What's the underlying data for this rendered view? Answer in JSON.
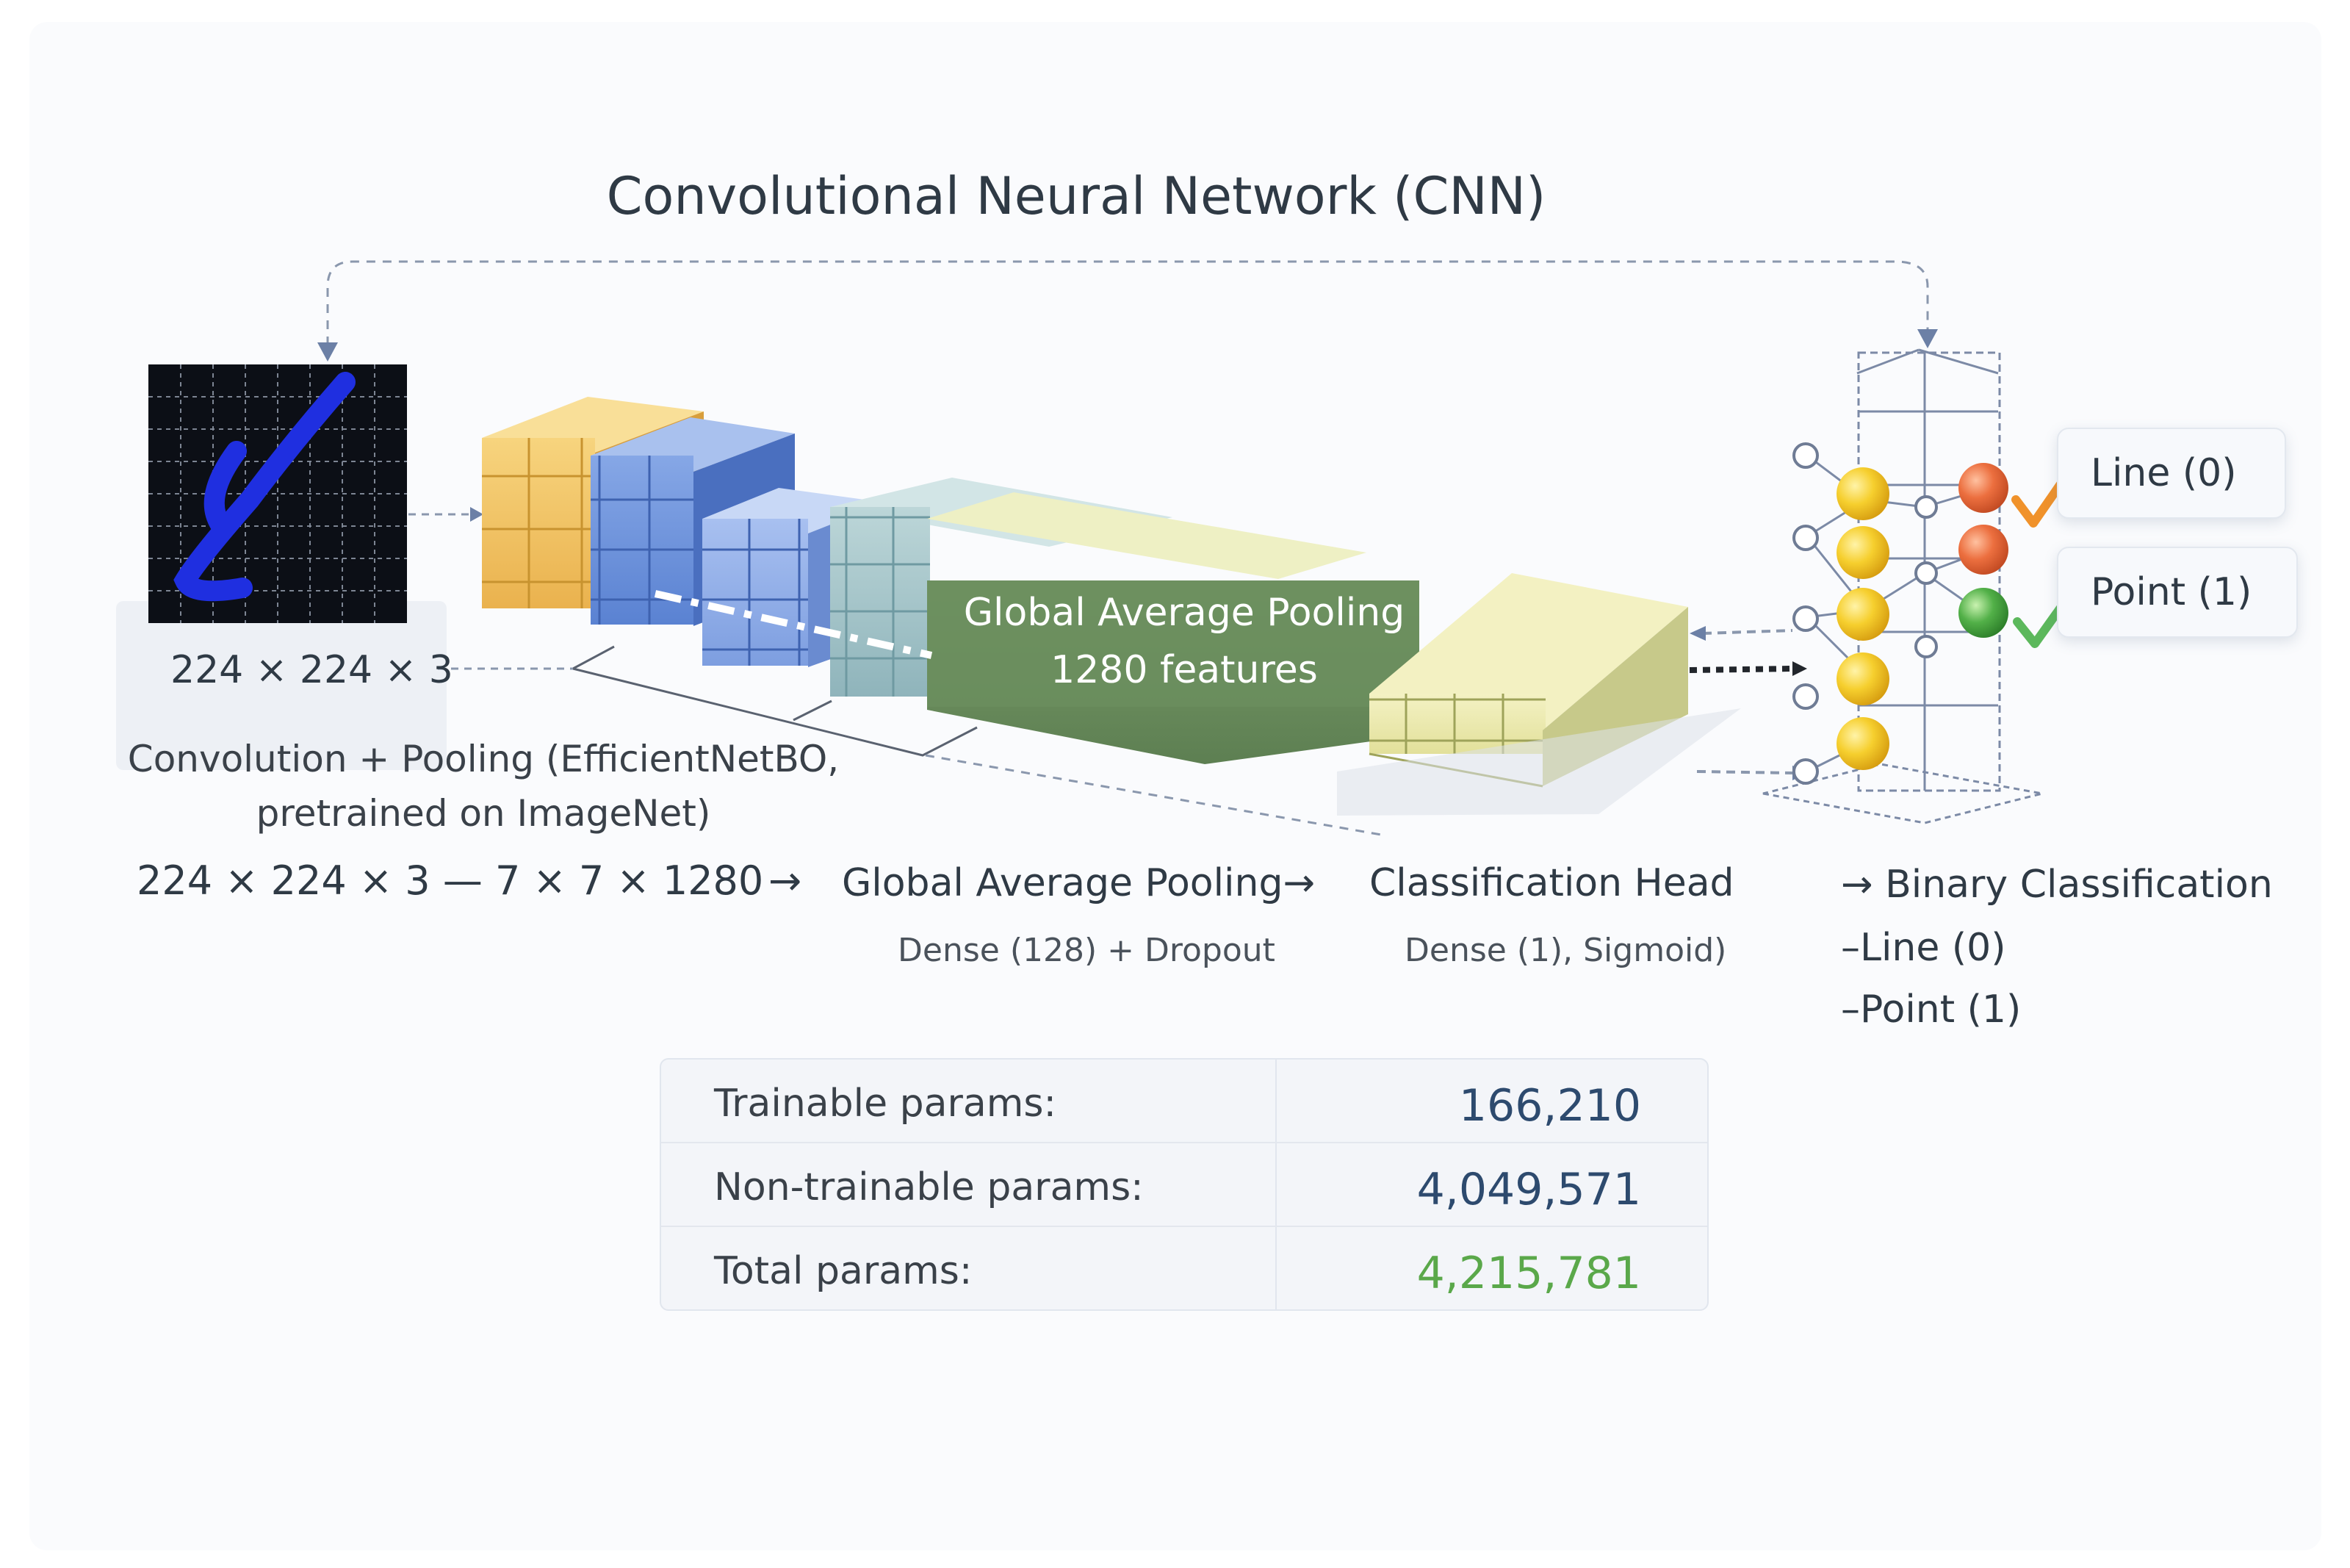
{
  "title": "Convolutional Neural Network (CNN)",
  "input": {
    "dimension": "224 × 224 × 3"
  },
  "backbone": {
    "label_line1": "Convolution + Pooling (EfficientNetBO,",
    "label_line2": "pretrained on ImageNet)"
  },
  "pooling_block": {
    "label_line1": "Global Average Pooling",
    "label_line2": "1280 features"
  },
  "outputs": [
    {
      "label": "Line (0)"
    },
    {
      "label": "Point (1)"
    }
  ],
  "summary": {
    "shape": "224 × 224 × 3 — 7 × 7 × 1280",
    "arrow": "→",
    "gap": "Global Average Pooling→",
    "gap_sub": "Dense (128) + Dropout",
    "head": "Classification Head",
    "head_sub": "Dense (1), Sigmoid)",
    "binary": "→ Binary Classification",
    "class_line": "–Line (0)",
    "class_point": "–Point (1)"
  },
  "params": [
    {
      "label": "Trainable params:",
      "value": "166,210",
      "color": "#2d4a6e"
    },
    {
      "label": "Non-trainable params:",
      "value": "4,049,571",
      "color": "#2d4a6e"
    },
    {
      "label": "Total params:",
      "value": "4,215,781",
      "color": "#5aa84a"
    }
  ],
  "colors": {
    "yellow": "#f2c566",
    "blue": "#6f95dc",
    "teal": "#a9c9cf",
    "green": "#6b8e5e",
    "head": "#ecebb0",
    "accent_check_orange": "#f0922b",
    "accent_check_green": "#5cb85c"
  }
}
